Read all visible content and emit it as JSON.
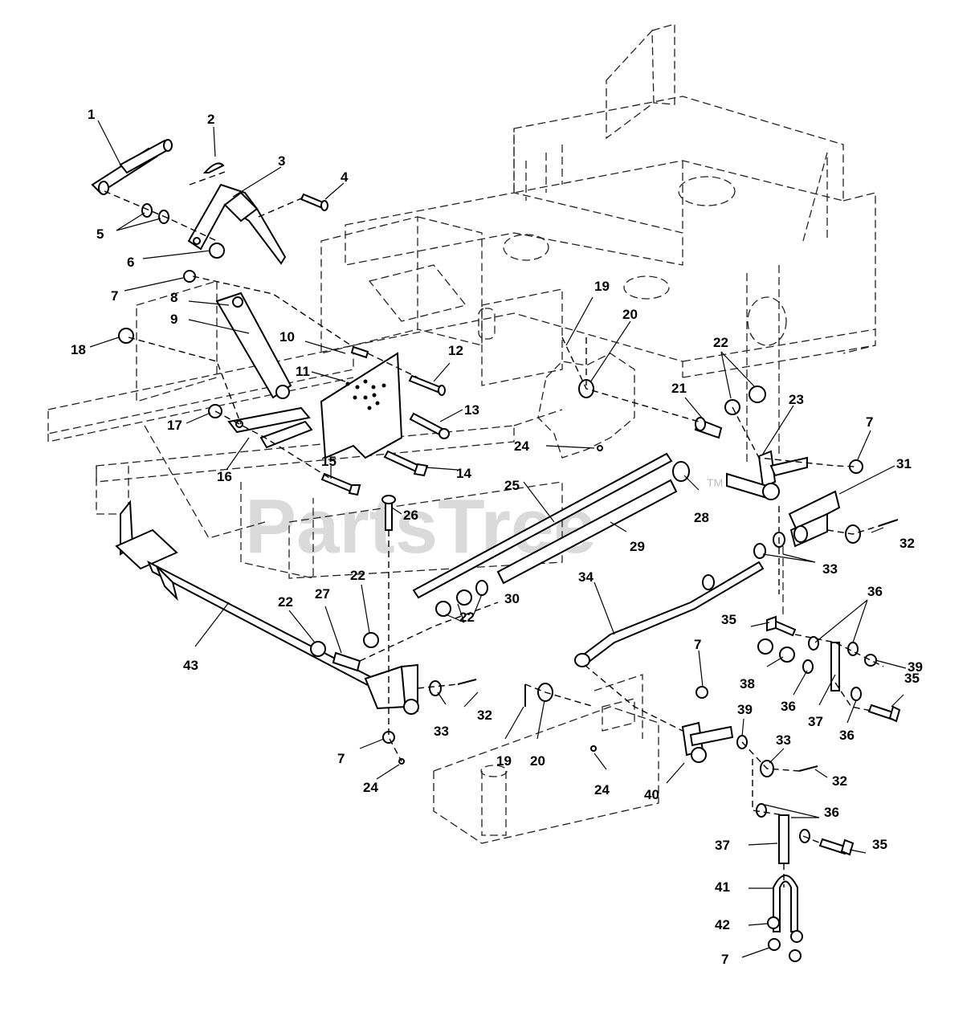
{
  "watermark": {
    "text": "PartsTree",
    "trademark": "TM"
  },
  "callouts": {
    "c1": "1",
    "c2": "2",
    "c3": "3",
    "c4": "4",
    "c5": "5",
    "c6": "6",
    "c7a": "7",
    "c7b": "7",
    "c7c": "7",
    "c7d": "7",
    "c7e": "7",
    "c8": "8",
    "c9": "9",
    "c10": "10",
    "c11": "11",
    "c12": "12",
    "c13": "13",
    "c14": "14",
    "c15": "15",
    "c16": "16",
    "c17": "17",
    "c18": "18",
    "c19a": "19",
    "c19b": "19",
    "c20a": "20",
    "c20b": "20",
    "c21": "21",
    "c22a": "22",
    "c22b": "22",
    "c22c": "22",
    "c22d": "22",
    "c23": "23",
    "c24a": "24",
    "c24b": "24",
    "c24c": "24",
    "c25": "25",
    "c26": "26",
    "c27": "27",
    "c28": "28",
    "c29": "29",
    "c30": "30",
    "c31": "31",
    "c32a": "32",
    "c32b": "32",
    "c32c": "32",
    "c33a": "33",
    "c33b": "33",
    "c33c": "33",
    "c34": "34",
    "c35a": "35",
    "c35b": "35",
    "c35c": "35",
    "c36a": "36",
    "c36b": "36",
    "c36c": "36",
    "c36d": "36",
    "c37a": "37",
    "c37b": "37",
    "c38": "38",
    "c39a": "39",
    "c39b": "39",
    "c40": "40",
    "c41": "41",
    "c42": "42",
    "c43": "43"
  }
}
